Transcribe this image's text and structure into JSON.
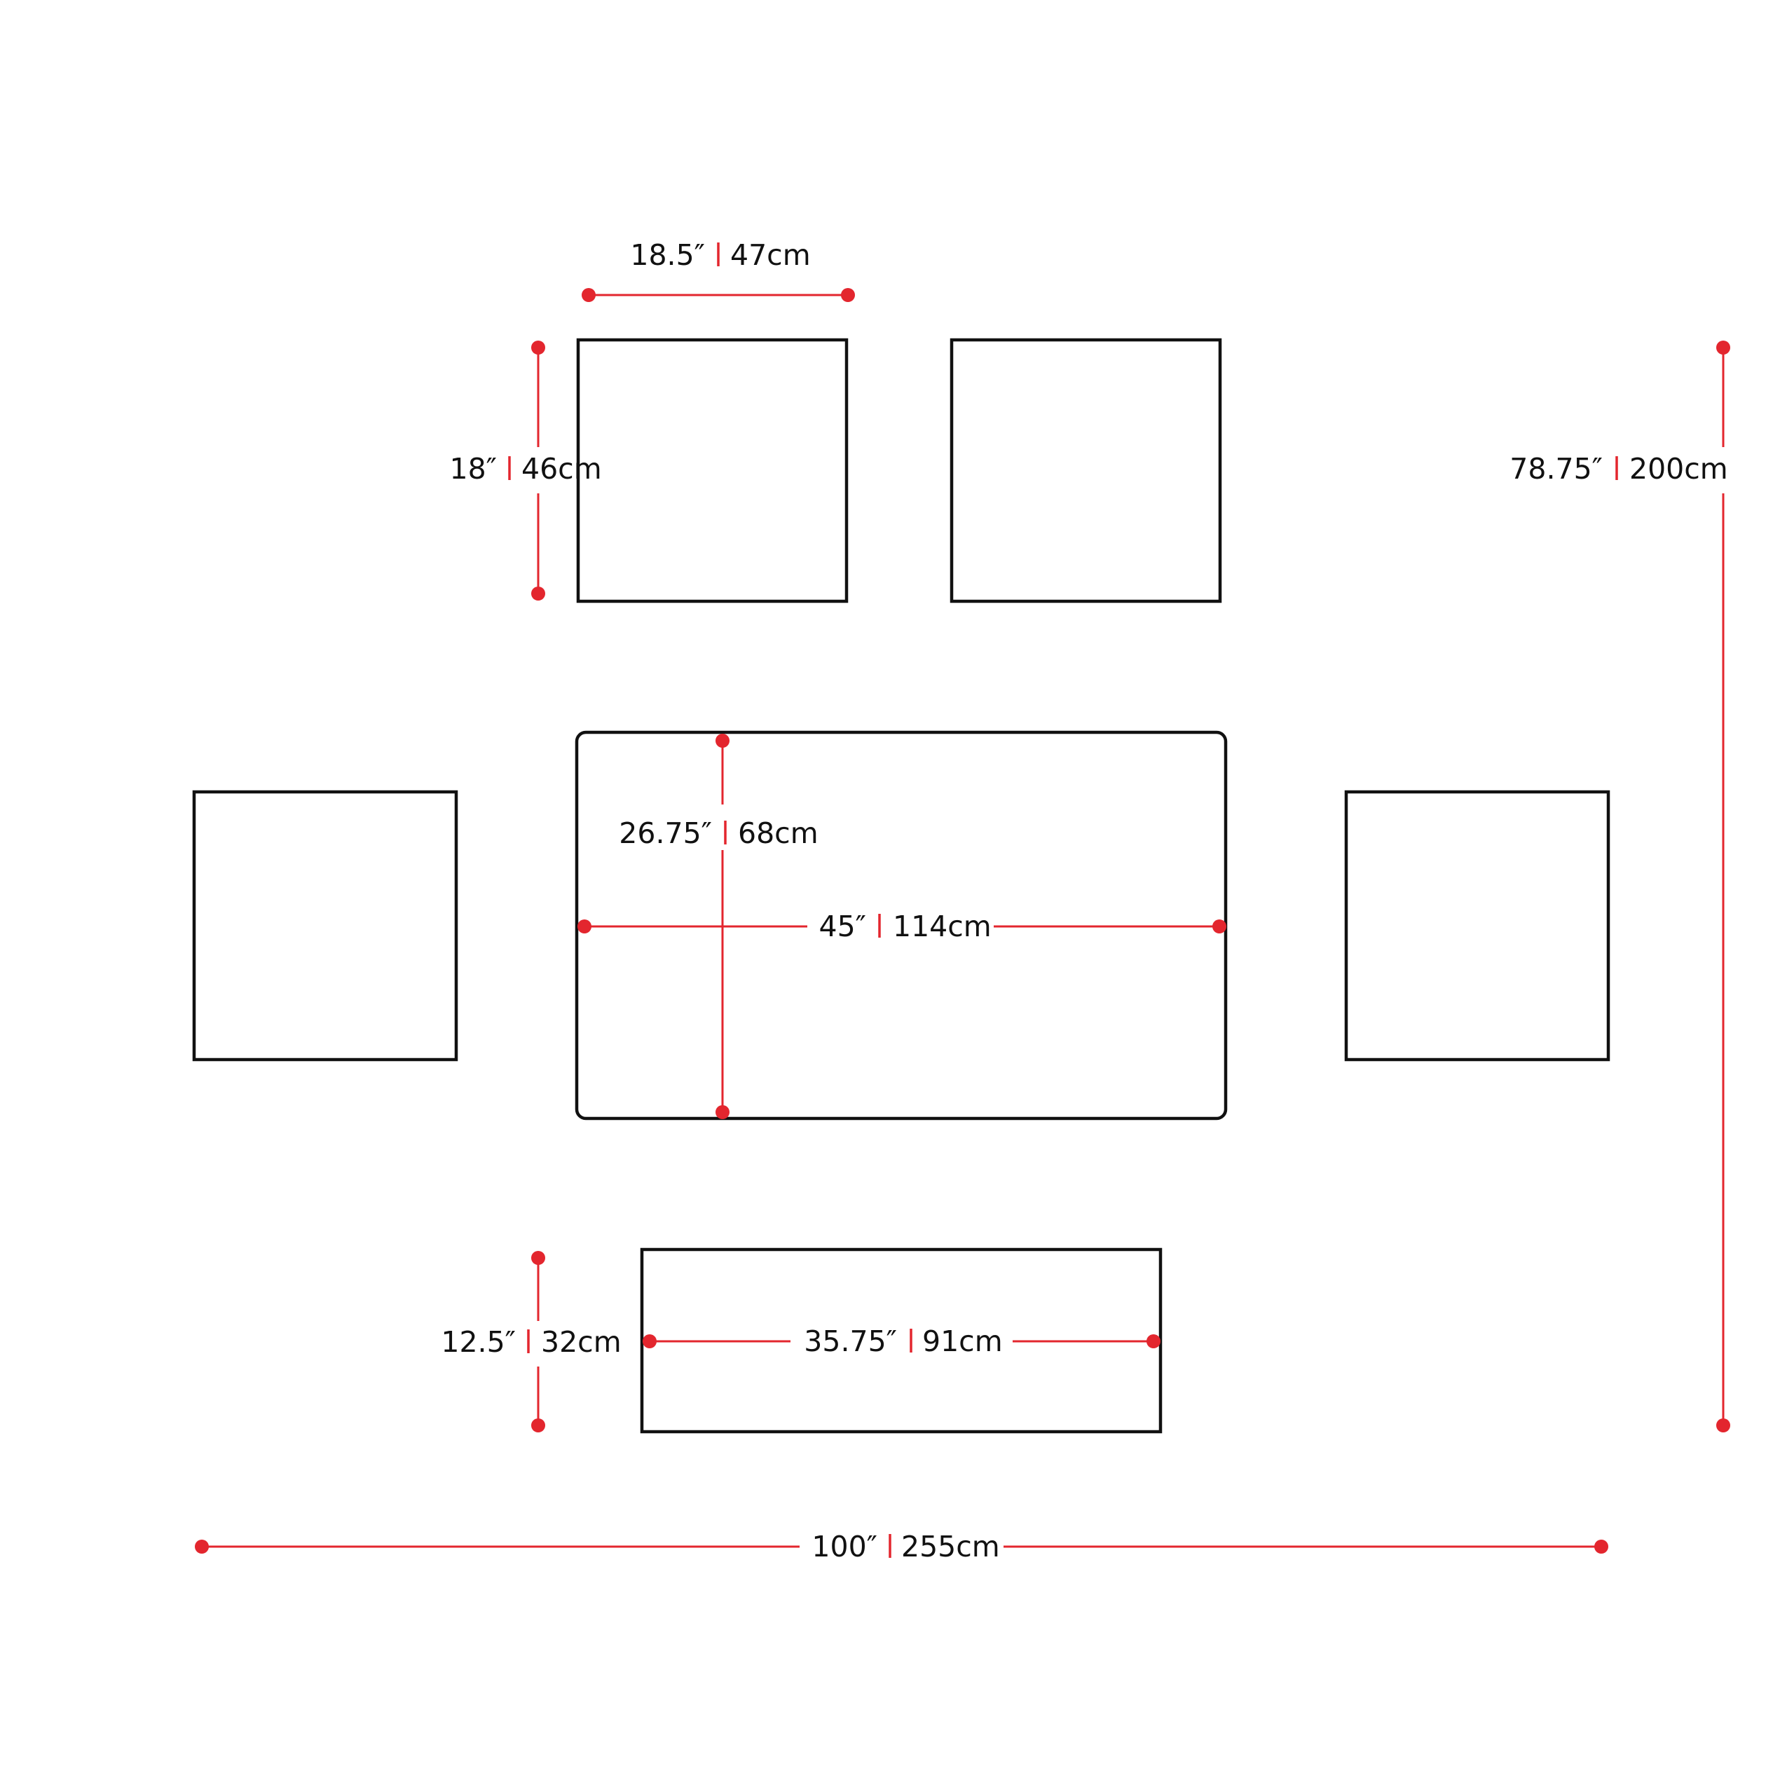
{
  "colors": {
    "outline": "#111111",
    "dimension": "#e3262e",
    "background": "#ffffff"
  },
  "pieces": [
    {
      "name": "ottoman-top-left"
    },
    {
      "name": "ottoman-top-right"
    },
    {
      "name": "ottoman-left"
    },
    {
      "name": "ottoman-right"
    },
    {
      "name": "coffee-table"
    },
    {
      "name": "bench"
    }
  ],
  "dimensions": {
    "ottoman_width": {
      "imperial": "18.5″",
      "metric": "47cm"
    },
    "ottoman_depth": {
      "imperial": "18″",
      "metric": "46cm"
    },
    "overall_depth": {
      "imperial": "78.75″",
      "metric": "200cm"
    },
    "table_depth": {
      "imperial": "26.75″",
      "metric": "68cm"
    },
    "table_width": {
      "imperial": "45″",
      "metric": "114cm"
    },
    "bench_depth": {
      "imperial": "12.5″",
      "metric": "32cm"
    },
    "bench_width": {
      "imperial": "35.75″",
      "metric": "91cm"
    },
    "overall_width": {
      "imperial": "100″",
      "metric": "255cm"
    }
  }
}
